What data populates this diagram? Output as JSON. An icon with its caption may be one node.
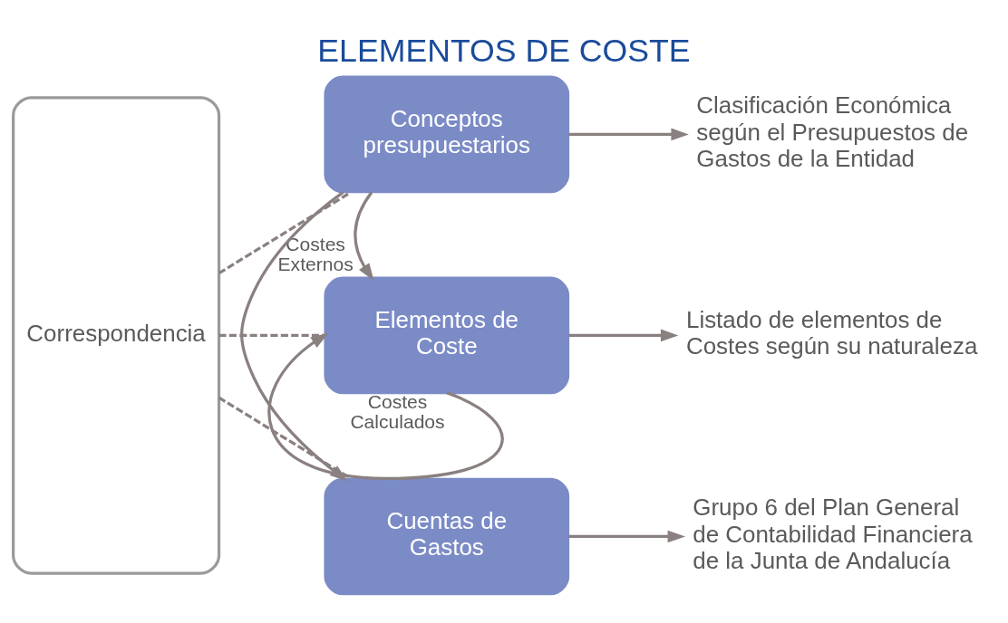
{
  "diagram": {
    "title": "ELEMENTOS DE COSTE",
    "nodes": [
      {
        "text": [
          "Correspondencia"
        ]
      },
      {
        "text": [
          "Elementos de Coste"
        ]
      },
      {
        "text": [
          "Conceptos presupuestarios"
        ]
      },
      {
        "text": [
          "Cuentas de Gastos"
        ]
      },
      {
        "text": [
          "Listado de elementos de Costes según su naturaleza"
        ]
      },
      {
        "text": [
          "Clasificación Económica según el Presupuestos de Gastos de la Entidad"
        ]
      },
      {
        "text": [
          "Grupo 6 del Plan General de Contabilidad Financiera de la Junta de Andalucía"
        ]
      }
    ],
    "edges": [
      {
        "from": 0,
        "to": 1,
        "arrow": "none",
        "style": "dashed"
      },
      {
        "from": 0,
        "to": 2,
        "arrow": "none",
        "style": "dashed"
      },
      {
        "from": 0,
        "to": 3,
        "arrow": "none",
        "style": "dashed"
      },
      {
        "from": 1,
        "to": 1,
        "arrow": "to",
        "label": "Costes Calculados"
      },
      {
        "from": 2,
        "to": 1,
        "arrow": "to",
        "label": "Costes Externos"
      },
      {
        "from": 2,
        "to": 3,
        "arrow": "to"
      },
      {
        "from": 1,
        "to": 4,
        "arrow": "to"
      },
      {
        "from": 2,
        "to": 5,
        "arrow": "to"
      },
      {
        "from": 3,
        "to": 6,
        "arrow": "to"
      }
    ]
  }
}
